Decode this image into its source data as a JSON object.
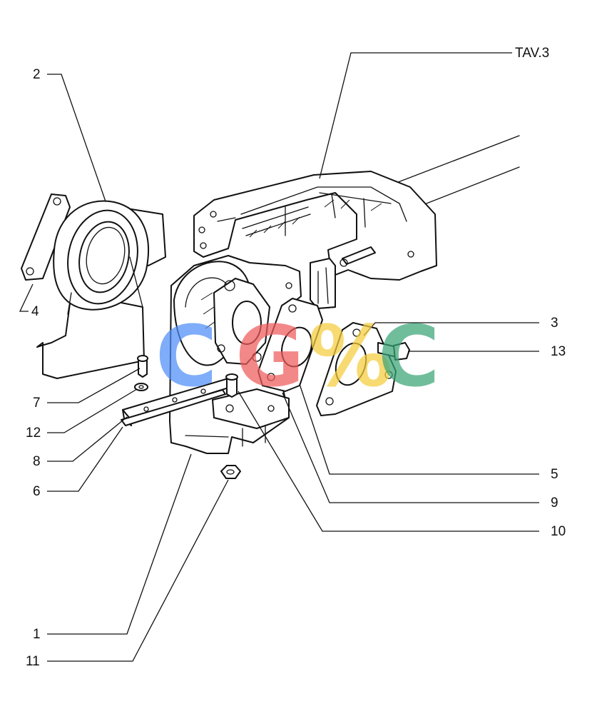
{
  "labels": {
    "tav": "TAV.3",
    "l1": "1",
    "l2": "2",
    "l3": "3",
    "l4": "4",
    "l5": "5",
    "l6": "6",
    "l7": "7",
    "l8": "8",
    "l9": "9",
    "l10": "10",
    "l11": "11",
    "l12": "12",
    "l13": "13"
  },
  "watermark": {
    "letters": [
      "C",
      "G",
      "%",
      "C"
    ],
    "colors": [
      "#4f8ef7",
      "#ef5b5b",
      "#f6cd3c",
      "#3aa577"
    ]
  }
}
